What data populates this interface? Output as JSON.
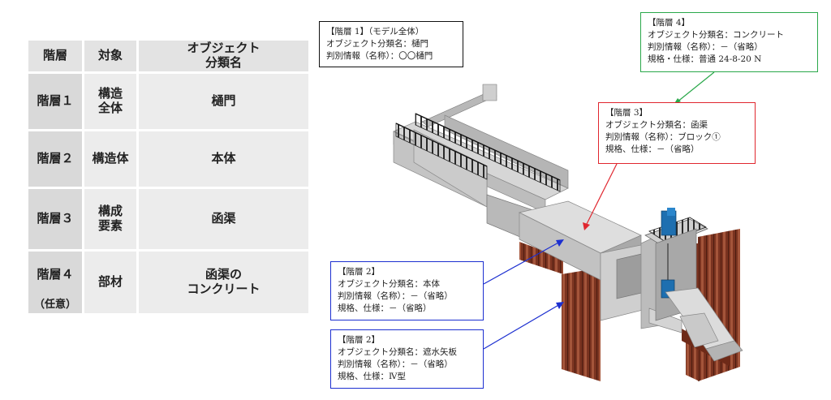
{
  "table": {
    "headers": [
      "階層",
      "対象",
      "オブジェクト\n分類名"
    ],
    "rows": [
      {
        "level": "階層１",
        "target": "構造\n全体",
        "name": "樋門"
      },
      {
        "level": "階層２",
        "target": "構造体",
        "name": "本体"
      },
      {
        "level": "階層３",
        "target": "構成\n要素",
        "name": "函渠"
      },
      {
        "level": "階層４",
        "level_note": "（任意）",
        "target": "部材",
        "name": "函渠の\nコンクリート"
      }
    ]
  },
  "callouts": {
    "level1": [
      "【階層 1】（モデル全体）",
      "オブジェクト分類名：樋門",
      "判別情報（名称）：〇〇樋門"
    ],
    "level4": [
      "【階層 4】",
      "オブジェクト分類名：コンクリート",
      "判別情報（名称）：－（省略）",
      "規格・仕様：普通 24-8-20 N"
    ],
    "level3": [
      "【階層 3】",
      "オブジェクト分類名：函渠",
      "判別情報（名称）：ブロック①",
      "規格、仕様：－（省略）"
    ],
    "level2_body": [
      "【階層 2】",
      "オブジェクト分類名：本体",
      "判別情報（名称）：－（省略）",
      "規格、仕様：－（省略）"
    ],
    "level2_sheetpile": [
      "【階層 2】",
      "オブジェクト分類名：遮水矢板",
      "判別情報（名称）：－（省略）",
      "規格、仕様：Ⅳ型"
    ]
  },
  "colors": {
    "level1": "#111111",
    "level2": "#1c2fd0",
    "level3": "#e0262e",
    "level4": "#2aa84a",
    "concrete": "#c8c8c8",
    "sheet_pile": "#8a3a22",
    "equipment": "#1e6fb0"
  }
}
